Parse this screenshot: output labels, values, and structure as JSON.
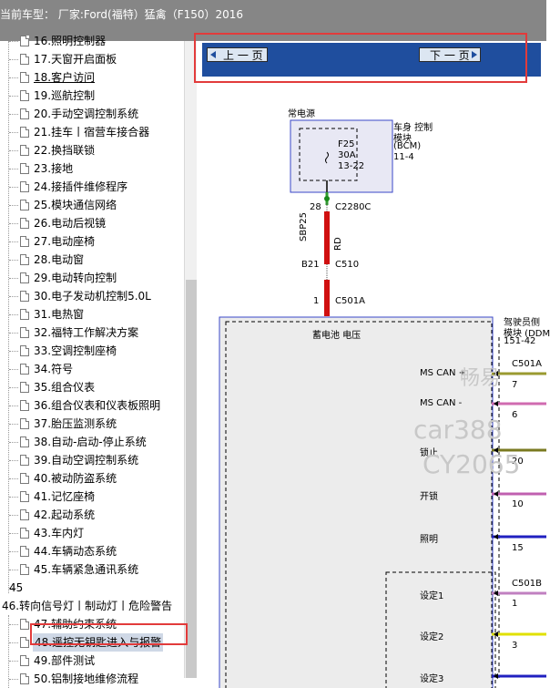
{
  "title_bar": {
    "text": "当前车型：  厂家:Ford(福特）猛禽（F150）2016"
  },
  "sidebar": {
    "items": [
      {
        "label": "16.照明控制器"
      },
      {
        "label": "17.天窗开启面板"
      },
      {
        "label": "18.客户访问"
      },
      {
        "label": "19.巡航控制"
      },
      {
        "label": "20.手动空调控制系统"
      },
      {
        "label": "21.挂车丨宿营车接合器"
      },
      {
        "label": "22.换挡联锁"
      },
      {
        "label": "23.接地"
      },
      {
        "label": "24.接插件维修程序"
      },
      {
        "label": "25.模块通信网络"
      },
      {
        "label": "26.电动后视镜"
      },
      {
        "label": "27.电动座椅"
      },
      {
        "label": "28.电动窗"
      },
      {
        "label": "29.电动转向控制"
      },
      {
        "label": "30.电子发动机控制5.0L"
      },
      {
        "label": "31.电热窗"
      },
      {
        "label": "32.福特工作解决方案"
      },
      {
        "label": "33.空调控制座椅"
      },
      {
        "label": "34.符号"
      },
      {
        "label": "35.组合仪表"
      },
      {
        "label": "36.组合仪表和仪表板照明"
      },
      {
        "label": "37.胎压监测系统"
      },
      {
        "label": "38.自动-启动-停止系统"
      },
      {
        "label": "39.自动空调控制系统"
      },
      {
        "label": "40.被动防盗系统"
      },
      {
        "label": "41.记忆座椅"
      },
      {
        "label": "42.起动系统"
      },
      {
        "label": "43.车内灯"
      },
      {
        "label": "44.车辆动态系统"
      },
      {
        "label": "45.车辆紧急通讯系统"
      }
    ],
    "folder_45": "45",
    "folder_46": "46.转向信号灯丨制动灯丨危险警告",
    "items2": [
      {
        "label": "47.辅助约束系统"
      },
      {
        "label": "48.遥控无钥匙进入与报警"
      },
      {
        "label": "49.部件测试"
      },
      {
        "label": "50.铝制接地维修流程"
      }
    ]
  },
  "navbar": {
    "prev_label": "上 一 页",
    "next_label": "下 一 页"
  },
  "diagram": {
    "power_label": "常电源",
    "bcm_label1": "车身 控制",
    "bcm_label2": "模块",
    "bcm_label3": "(BCM)",
    "bcm_label4": "11-4",
    "fuse_name": "F25",
    "fuse_amp": "30A",
    "fuse_loc": "13-22",
    "pin_28": "28",
    "conn_c2280c": "C2280C",
    "wire_sbp25": "SBP25",
    "wire_rd": "RD",
    "pin_b21": "B21",
    "conn_c510": "C510",
    "pin_1": "1",
    "conn_c501a": "C501A",
    "battery_voltage": "蓄电池 电压",
    "ddm_label1": "驾驶员侧",
    "ddm_label2": "模块 (DDM",
    "ddm_label3": "151-42",
    "ms_can_plus": "MS CAN +",
    "ms_can_minus": "MS CAN -",
    "lock": "锁止",
    "unlock": "开锁",
    "lighting": "照明",
    "set1": "设定1",
    "set2": "设定2",
    "set3": "设定3",
    "c501a_right": "C501A",
    "c501b_right": "C501B",
    "pin7": "7",
    "pin6": "6",
    "pin20": "20",
    "pin10": "10",
    "pin15": "15",
    "pin1b": "1",
    "pin3": "3",
    "wm1": "畅易",
    "wm2": "car388",
    "wm3": "CY2065"
  },
  "colors": {
    "title_bg": "#868686",
    "nav_bg": "#1f4e9e",
    "highlight": "#e23b3b",
    "wire_red": "#d01010"
  }
}
